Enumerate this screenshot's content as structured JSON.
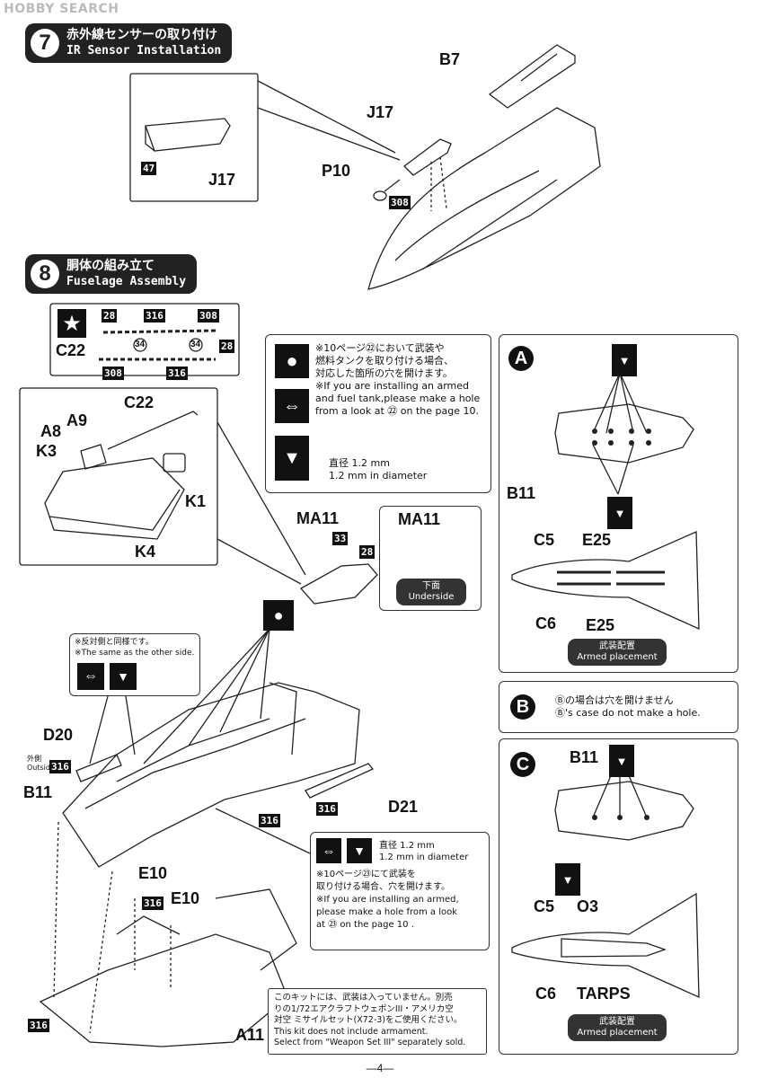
{
  "watermark": "HOBBY SEARCH",
  "step7": {
    "num": "7",
    "title_jp": "赤外線センサーの取り付け",
    "title_en": "IR Sensor Installation"
  },
  "step8": {
    "num": "8",
    "title_jp": "胴体の組み立て",
    "title_en": "Fuselage Assembly"
  },
  "parts": {
    "B7": "B7",
    "J17": "J17",
    "J17_detail": "J17",
    "P10": "P10",
    "C22": "C22",
    "C22_sheet": "C22",
    "A8": "A8",
    "A9": "A9",
    "K3": "K3",
    "K1": "K1",
    "K4": "K4",
    "MA11a": "MA11",
    "MA11b": "MA11",
    "D20": "D20",
    "B11": "B11",
    "D21": "D21",
    "E10a": "E10",
    "E10b": "E10",
    "A11": "A11",
    "B11_A": "B11",
    "C5_A": "C5",
    "E25_top": "E25",
    "C6_A": "C6",
    "E25_bot": "E25",
    "B11_C": "B11",
    "C5_C": "C5",
    "O3": "O3",
    "C6_C": "C6",
    "TARPS": "TARPS"
  },
  "badges": {
    "b47": "47",
    "b308": "308",
    "d28a": "28",
    "d316a": "316",
    "d308a": "308",
    "d34a": "34",
    "d34b": "34",
    "d28b": "28",
    "d308b": "308",
    "d316b": "316",
    "b33": "33",
    "b28": "28",
    "b316_d20": "316",
    "b316_d21": "316",
    "b316_b11": "316",
    "b316_e10": "316",
    "b316_a11": "316"
  },
  "outside": {
    "jp": "外側",
    "en": "Outside"
  },
  "note_drill": {
    "jp1": "※10ページ㉒において武装や",
    "jp2": "燃料タンクを取り付ける場合、",
    "jp3": "対応した箇所の穴を開けます。",
    "en1": "※If you are installing an armed",
    "en2": "and fuel tank,please make a hole",
    "en3": "from a look at ㉒ on the page 10.",
    "dia_jp": "直径 1.2 mm",
    "dia_en": "1.2 mm in diameter"
  },
  "underside": {
    "jp": "下面",
    "en": "Underside"
  },
  "same_side": {
    "jp": "※反対側と同様です。",
    "en": "※The same as the other side."
  },
  "note_23": {
    "dia_jp": "直径 1.2 mm",
    "dia_en": "1.2 mm in diameter",
    "jp1": "※10ページ㉓にて武装を",
    "jp2": "取り付ける場合、穴を開けます。",
    "en1": "※If you are installing an armed,",
    "en2": "please make a hole from a look",
    "en3": "at ㉓ on the page 10 ."
  },
  "panelA": {
    "letter": "A",
    "placement_jp": "武装配置",
    "placement_en": "Armed placement"
  },
  "panelB": {
    "letter": "B",
    "jp": "Ⓑの場合は穴を開けません",
    "en": "Ⓑ's case do not make a hole."
  },
  "panelC": {
    "letter": "C",
    "placement_jp": "武装配置",
    "placement_en": "Armed placement"
  },
  "kit_note": {
    "jp1": "このキットには、武装は入っていません。別売",
    "jp2": "りの1/72エアクラフトウェポンIII・アメリカ空",
    "jp3": "対空 ミサイルセット(X72-3)をご使用ください。",
    "en1": "This kit does not include armament.",
    "en2": "Select from \"Weapon Set III\" separately sold."
  },
  "page_number": "—4—"
}
